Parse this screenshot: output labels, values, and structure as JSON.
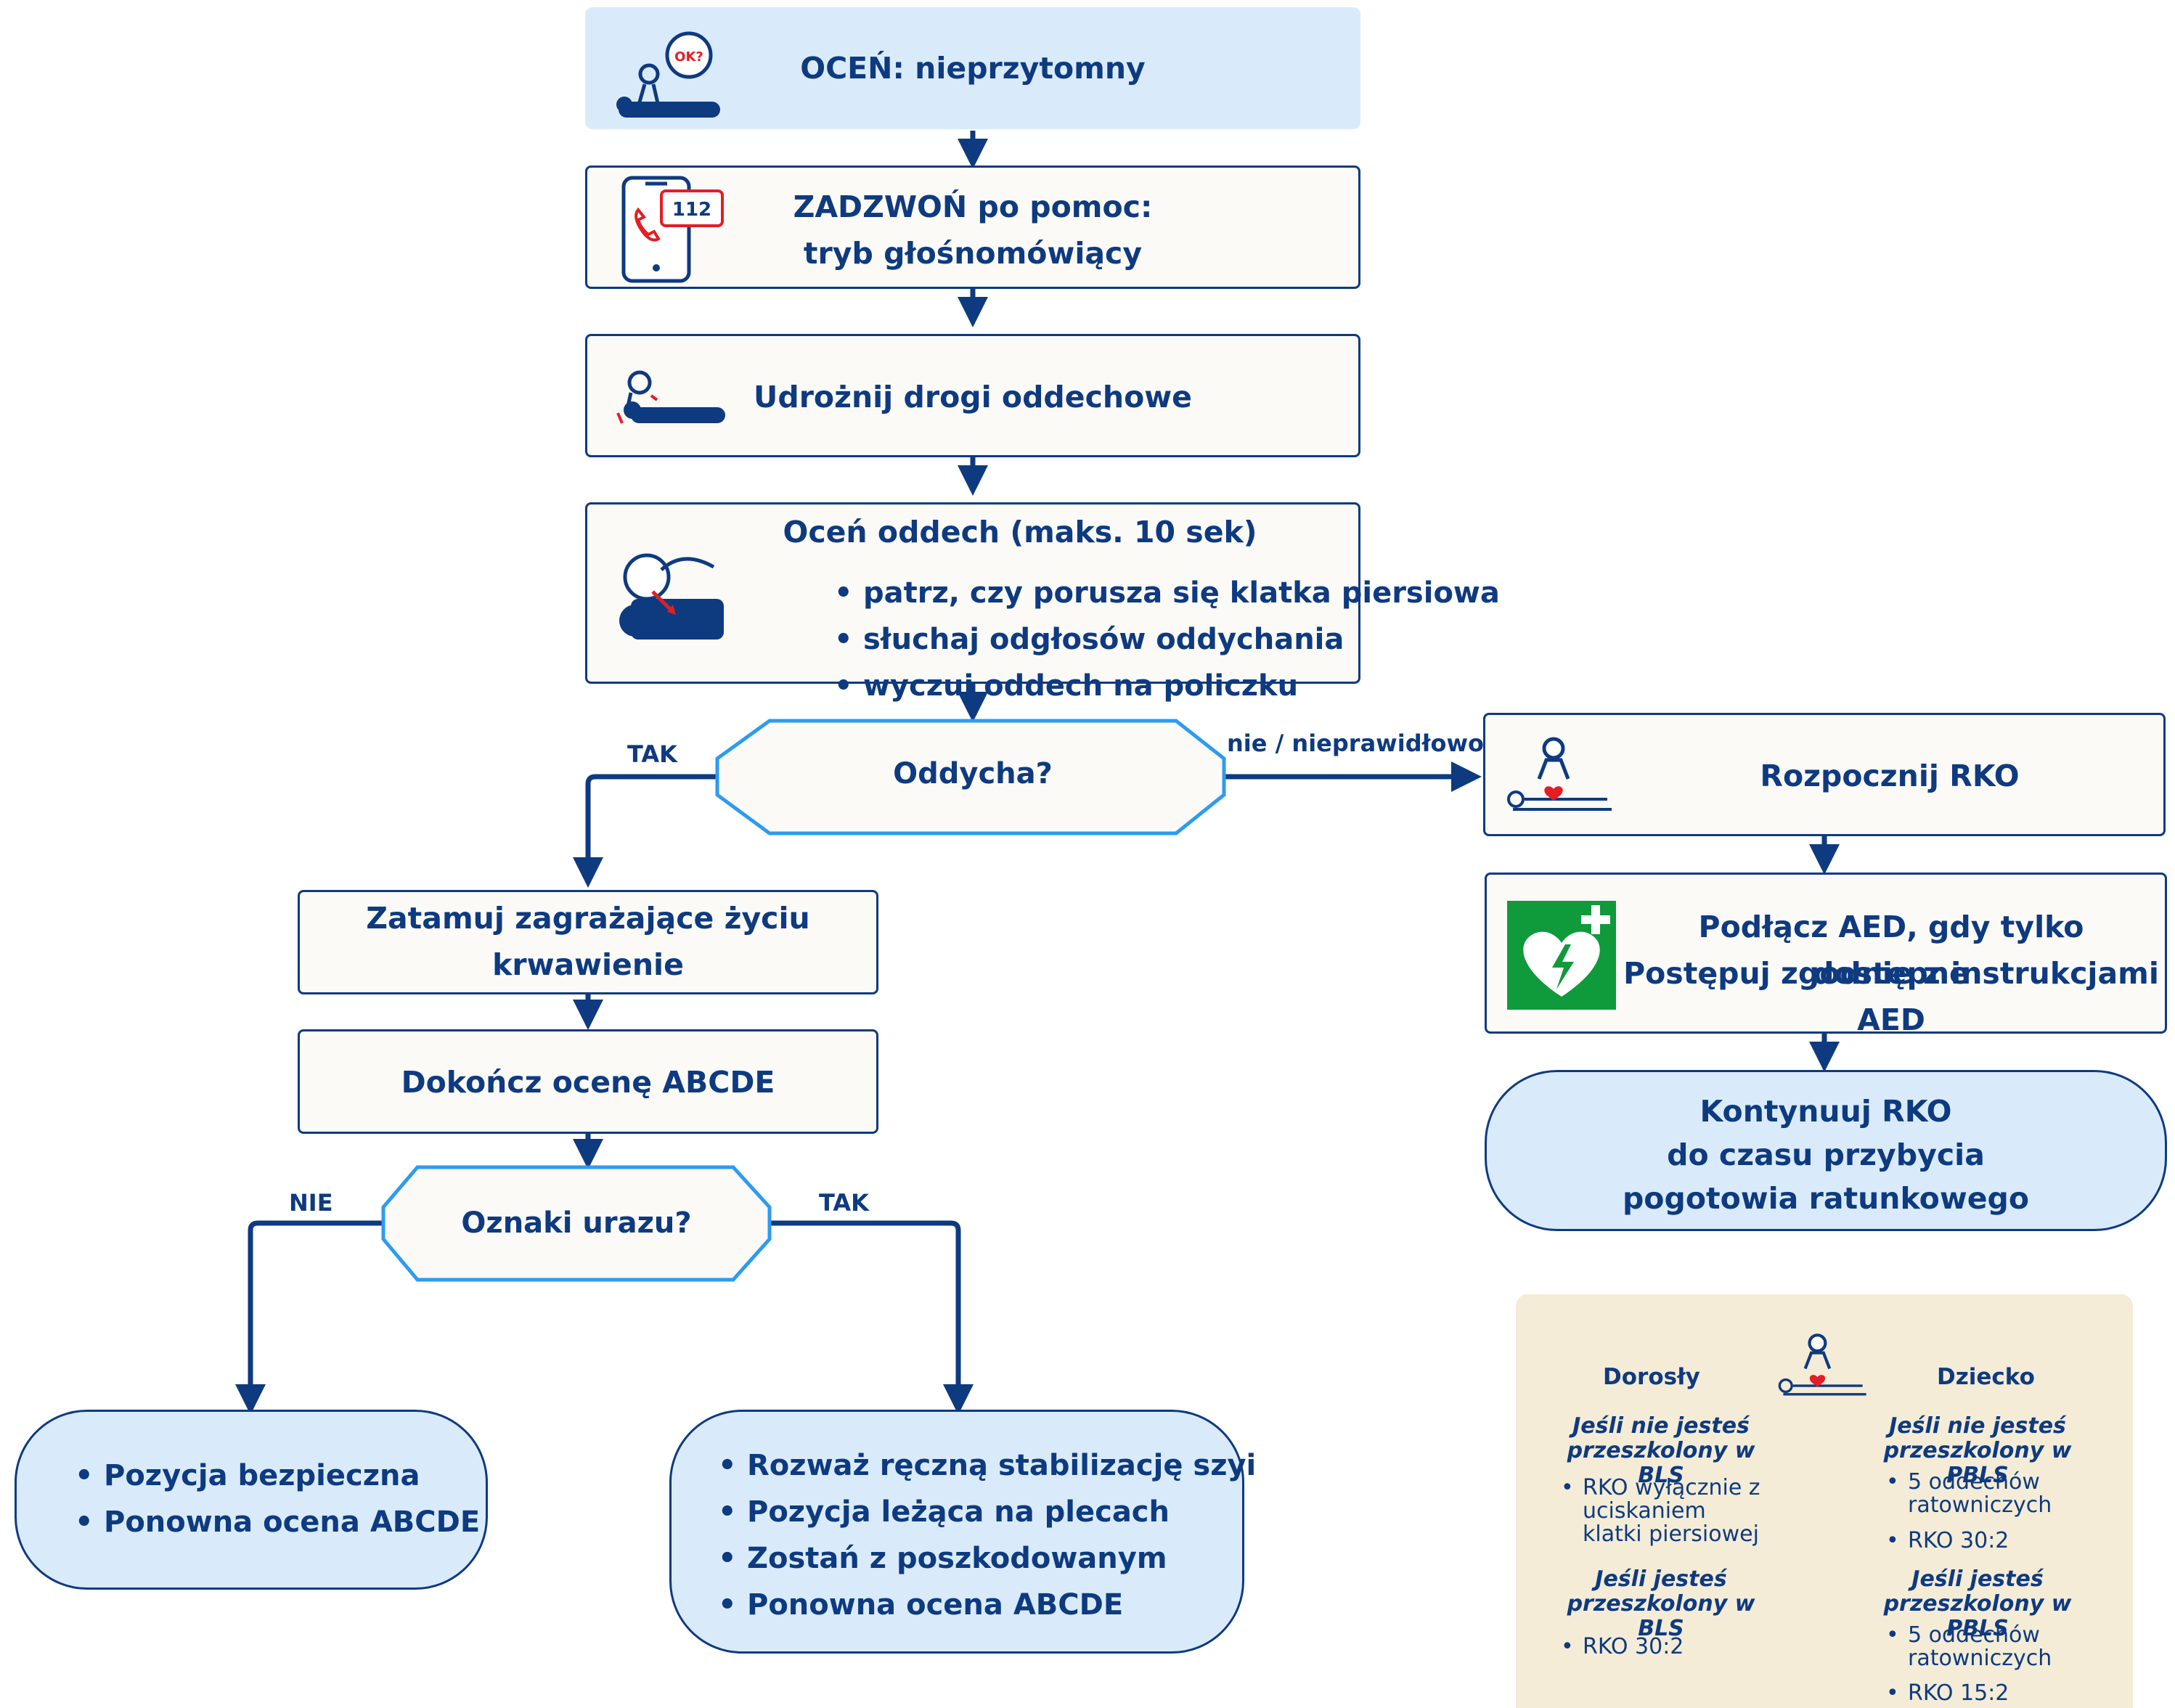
{
  "colors": {
    "primary": "#0e3a80",
    "decision_border": "#2e9bf0",
    "light_blue_fill": "#d9ebfb",
    "box_fill": "#fbfaf7",
    "panel_fill": "#f4ecd6",
    "heart_red": "#e31e24",
    "aed_green": "#0f9a3c"
  },
  "steps": {
    "assess": "OCEŃ: nieprzytomny",
    "assess_icon_text": "OK?",
    "call_line1": "ZADZWOŃ po pomoc:",
    "call_line2": "tryb głośnomówiący",
    "call_icon_text": "112",
    "airway": "Udrożnij drogi oddechowe",
    "breathing_title": "Oceń oddech (maks. 10 sek)",
    "breathing_items": [
      {
        "bold": "patrz",
        "rest": ", czy porusza się klatka piersiowa"
      },
      {
        "bold": "słuchaj",
        "rest": " odgłosów oddychania"
      },
      {
        "bold": "wyczuj",
        "rest": " oddech na policzku"
      }
    ]
  },
  "decision_breathing": {
    "label": "Oddycha?",
    "yes": "TAK",
    "no": "nie / nieprawidłowo"
  },
  "left_path": {
    "bleeding_line1": "Zatamuj zagrażające życiu",
    "bleeding_line2": "krwawienie",
    "abcde": "Dokończ ocenę ABCDE",
    "decision_injury": {
      "label": "Oznaki urazu?",
      "no": "NIE",
      "yes": "TAK"
    },
    "no_injury_items": [
      "Pozycja bezpieczna",
      "Ponowna ocena ABCDE"
    ],
    "injury_items": [
      "Rozważ ręczną stabilizację szyi",
      "Pozycja leżąca na plecach",
      "Zostań z poszkodowanym",
      "Ponowna ocena ABCDE"
    ]
  },
  "right_path": {
    "cpr": "Rozpocznij RKO",
    "aed_line1": "Podłącz AED, gdy tylko dostępne",
    "aed_line2": "Postępuj zgodnie z instrukcjami AED",
    "continue_line1": "Kontynuuj RKO",
    "continue_line2": "do czasu przybycia",
    "continue_line3": "pogotowia ratunkowego"
  },
  "panel": {
    "adult_header": "Dorosły",
    "child_header": "Dziecko",
    "adult_untrained": "Jeśli nie jesteś przeszkolony w BLS",
    "adult_untrained_item": "RKO wyłącznie z uciskaniem klatki piersiowej",
    "adult_trained": "Jeśli jesteś przeszkolony w BLS",
    "adult_trained_item": "RKO 30:2",
    "child_untrained": "Jeśli nie jesteś przeszkolony w PBLS",
    "child_untrained_items": [
      "5 oddechów ratowniczych",
      "RKO 30:2"
    ],
    "child_trained": "Jeśli jesteś przeszkolony w PBLS",
    "child_trained_items": [
      "5 oddechów ratowniczych",
      "RKO 15:2"
    ]
  }
}
